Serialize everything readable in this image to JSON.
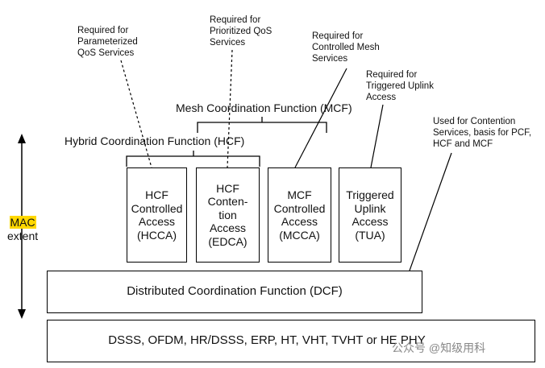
{
  "notes": {
    "hcca_note": "Required for\nParameterized\nQoS Services",
    "edca_note": "Required for\nPrioritized QoS\nServices",
    "mcca_note": "Required for\nControlled Mesh\nServices",
    "tua_note": "Required for\nTriggered Uplink\nAccess",
    "dcf_note": "Used for Contention\nServices, basis for PCF,\nHCF and MCF"
  },
  "brackets": {
    "mcf_label": "Mesh Coordination Function (MCF)",
    "hcf_label": "Hybrid Coordination Function (HCF)"
  },
  "boxes": {
    "hcca": "HCF\nControlled\nAccess\n(HCCA)",
    "edca": "HCF\nConten-\ntion\nAccess\n(EDCA)",
    "mcca": "MCF\nControlled\nAccess\n(MCCA)",
    "tua": "Triggered\nUplink\nAccess\n(TUA)",
    "dcf": "Distributed Coordination Function (DCF)",
    "phy": "DSSS, OFDM, HR/DSSS, ERP, HT, VHT, TVHT or HE PHY"
  },
  "mac_extent": {
    "mac": "MAC",
    "extent": "extent"
  },
  "watermark": "公众号 @知级用科"
}
